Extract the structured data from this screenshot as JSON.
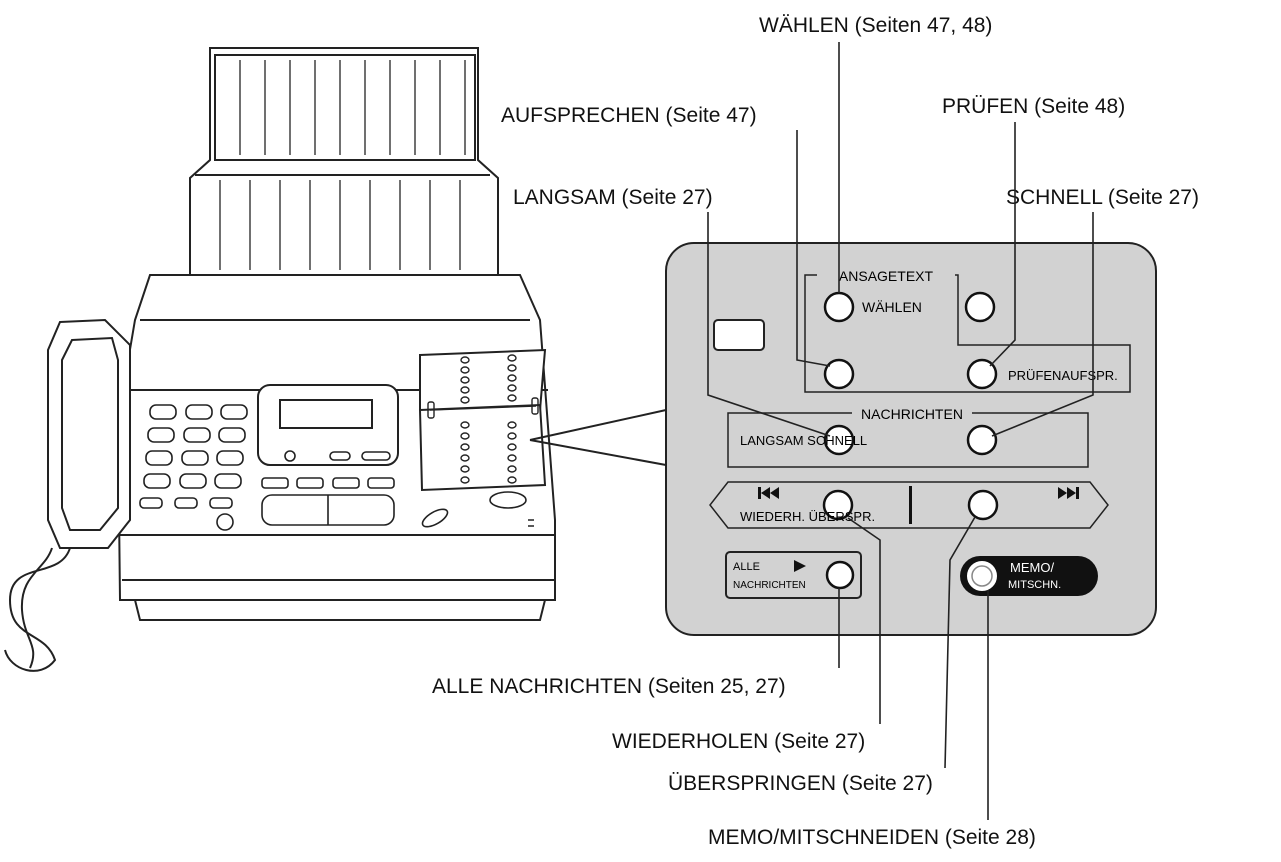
{
  "callouts": {
    "waehlen": "WÄHLEN (Seiten 47, 48)",
    "aufsprechen": "AUFSPRECHEN (Seite 47)",
    "pruefen": "PRÜFEN (Seite 48)",
    "langsam": "LANGSAM (Seite 27)",
    "schnell": "SCHNELL (Seite 27)",
    "alle_nachrichten": "ALLE NACHRICHTEN (Seiten 25, 27)",
    "wiederholen": "WIEDERHOLEN (Seite 27)",
    "ueberspringen": "ÜBERSPRINGEN (Seite 27)",
    "memo": "MEMO/MITSCHNEIDEN (Seite 28)"
  },
  "panel": {
    "ansagetext": "ANSAGETEXT",
    "waehlen": "WÄHLEN",
    "pruefen_aufspr": "PRÜFENAUFSPR.",
    "nachrichten": "NACHRICHTEN",
    "langsam_schnell": "LANGSAM SCHNELL",
    "wiederh_ueberspr": "WIEDERH. ÜBERSPR.",
    "alle": "ALLE",
    "nachrichten_small": "NACHRICHTEN",
    "memo": "MEMO/",
    "mitschn": "MITSCHN."
  },
  "colors": {
    "panel_fill": "#d2d2d2",
    "memo_fill": "#111111",
    "line": "#222222"
  }
}
